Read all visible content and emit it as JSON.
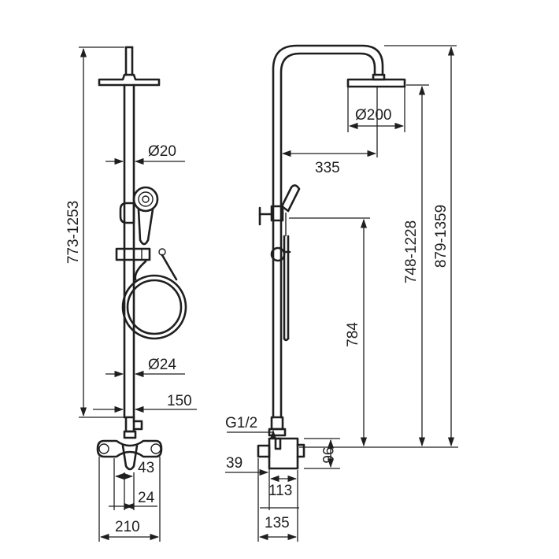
{
  "front_view": {
    "height_range": "773-1253",
    "riser_diameter": "Ø20",
    "lower_pipe_diameter": "Ø24",
    "wall_offset": "150",
    "dim_43": "43",
    "dim_24": "24",
    "mixer_width": "210"
  },
  "side_view": {
    "head_diameter": "Ø200",
    "arm_reach": "335",
    "head_height_range": "748-1228",
    "total_height_range": "879-1359",
    "holder_height": "784",
    "inlet_thread": "G1/2",
    "mixer_height": "96",
    "dim_39": "39",
    "dim_113": "113",
    "depth": "135"
  }
}
